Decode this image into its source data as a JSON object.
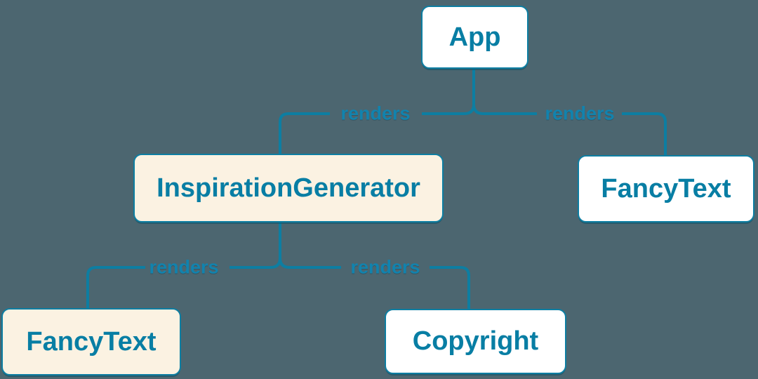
{
  "diagram": {
    "type": "render-tree",
    "nodes": [
      {
        "id": "app",
        "label": "App",
        "fill": "white"
      },
      {
        "id": "inspiration-generator",
        "label": "InspirationGenerator",
        "fill": "cream"
      },
      {
        "id": "fancy-text-top",
        "label": "FancyText",
        "fill": "white"
      },
      {
        "id": "fancy-text-bottom",
        "label": "FancyText",
        "fill": "cream"
      },
      {
        "id": "copyright",
        "label": "Copyright",
        "fill": "white"
      }
    ],
    "edges": [
      {
        "from": "App",
        "to": "InspirationGenerator",
        "label": "renders"
      },
      {
        "from": "App",
        "to": "FancyText",
        "label": "renders"
      },
      {
        "from": "InspirationGenerator",
        "to": "FancyText",
        "label": "renders"
      },
      {
        "from": "InspirationGenerator",
        "to": "Copyright",
        "label": "renders"
      }
    ],
    "colors": {
      "background": "#4c6670",
      "line": "#0d7ea2",
      "node_border": "#0d7ea2",
      "node_text": "#087ea4",
      "edge_label_text": "#1183ae",
      "node_fill_white": "#ffffff",
      "node_fill_cream": "#fbf2e2"
    }
  }
}
